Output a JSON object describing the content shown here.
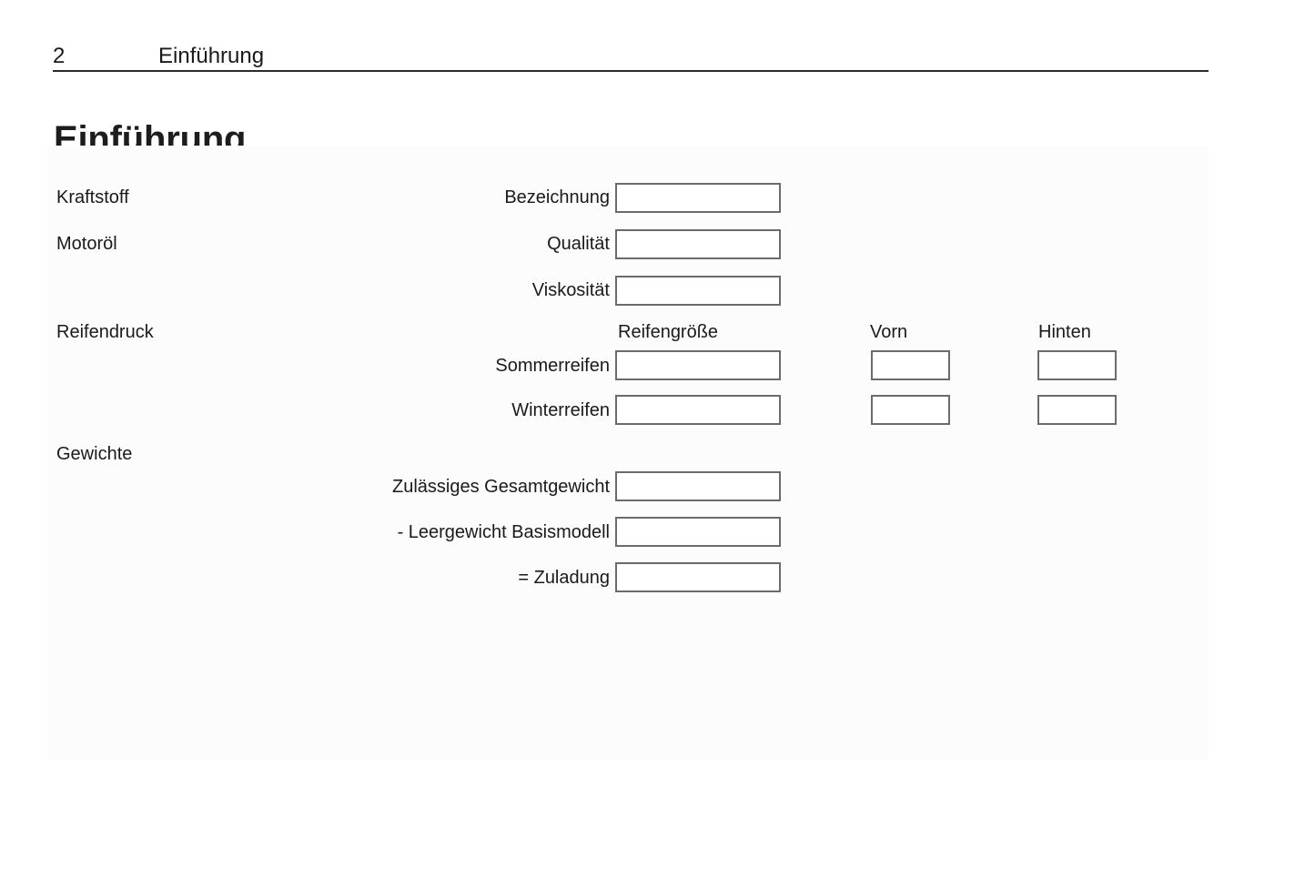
{
  "header": {
    "page_number": "2",
    "chapter": "Einführung"
  },
  "title": "Einführung",
  "sections": [
    {
      "label": "Kraftstoff"
    },
    {
      "label": "Motoröl"
    },
    {
      "label": "Reifendruck"
    },
    {
      "label": "Gewichte"
    }
  ],
  "fields": {
    "bezeichnung": {
      "label": "Bezeichnung",
      "value": "",
      "placeholder": ""
    },
    "qualitaet": {
      "label": "Qualität",
      "value": "",
      "placeholder": ""
    },
    "viskositaet": {
      "label": "Viskosität",
      "value": "",
      "placeholder": ""
    },
    "sommerreifen": {
      "label": "Sommerreifen",
      "size_value": "",
      "front_value": "",
      "rear_value": ""
    },
    "winterreifen": {
      "label": "Winterreifen",
      "size_value": "",
      "front_value": "",
      "rear_value": ""
    },
    "gesamtgewicht": {
      "label": "Zulässiges Gesamtgewicht",
      "value": ""
    },
    "leergewicht": {
      "label": "- Leergewicht Basismodell",
      "value": ""
    },
    "zuladung": {
      "label": "= Zuladung",
      "value": ""
    }
  },
  "tire_columns": {
    "size": "Reifengröße",
    "front": "Vorn",
    "rear": "Hinten"
  },
  "colors": {
    "text": "#1a1a1a",
    "rule": "#2b2b2b",
    "box_border": "#6b6b6b",
    "panel_bg": "#fcfcfc",
    "page_bg": "#ffffff"
  }
}
